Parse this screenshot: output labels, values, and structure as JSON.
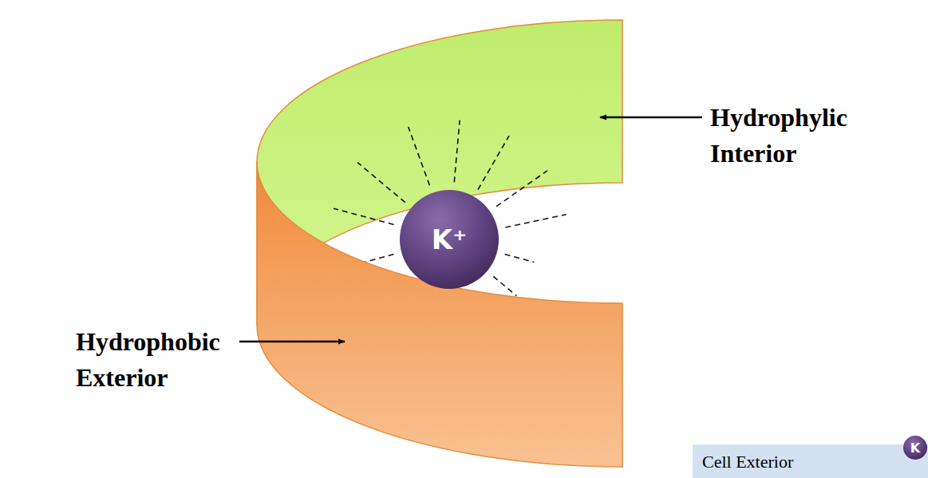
{
  "diagram": {
    "nodes": [
      {
        "text": [
          "K⁺"
        ]
      },
      {
        "text": [
          "Cell Exterior"
        ]
      },
      {
        "text": [
          "K"
        ],
        "in": 1
      }
    ],
    "labels": [
      "Hydrophylic Interior",
      "Hydrophobic Exterior"
    ]
  }
}
